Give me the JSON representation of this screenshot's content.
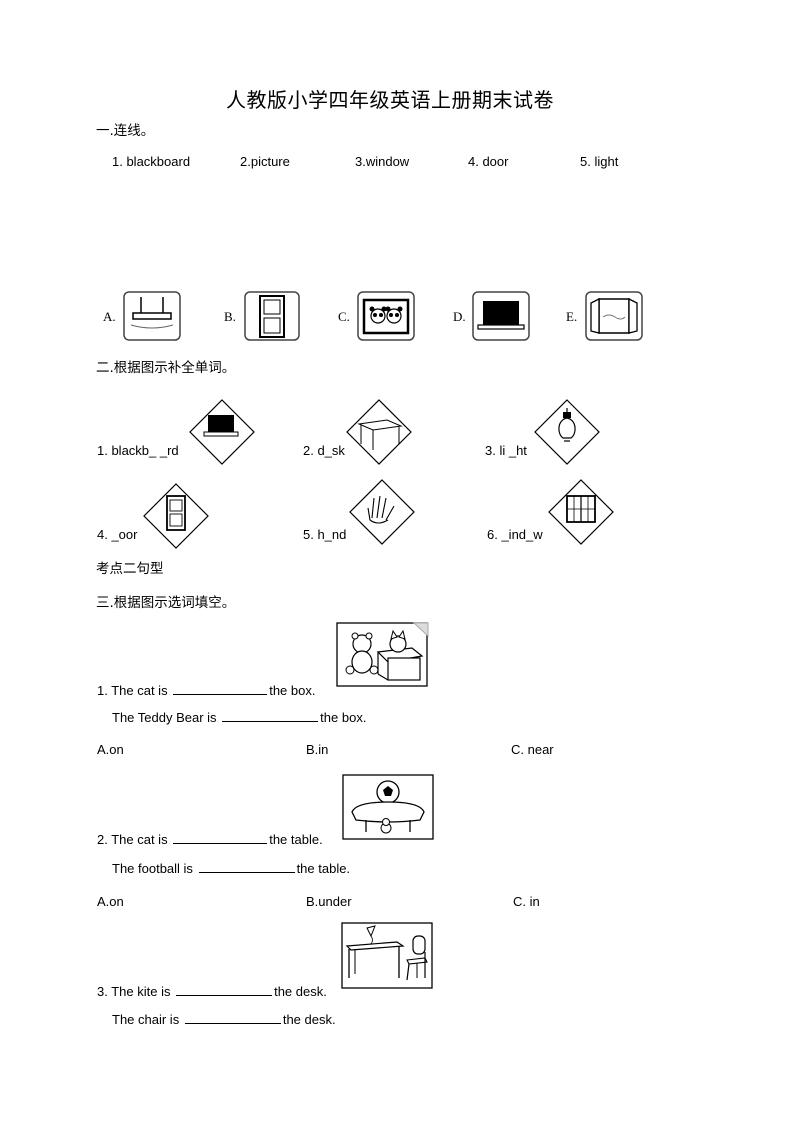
{
  "title": "人教版小学四年级英语上册期末试卷",
  "section1": {
    "heading": "一.连线。",
    "words": [
      "1. blackboard",
      "2.picture",
      "3.window",
      "4. door",
      "5. light"
    ],
    "picture_letters": [
      "A.",
      "B.",
      "C.",
      "D.",
      "E."
    ],
    "picture_icons": [
      "ceiling-light-icon",
      "door-icon",
      "panda-picture-icon",
      "blackboard-icon",
      "window-icon"
    ]
  },
  "section2": {
    "heading": "二.根据图示补全单词。",
    "items": [
      {
        "text": "1. blackb_ _rd",
        "icon": "blackboard-icon"
      },
      {
        "text": "2. d_sk",
        "icon": "desk-icon"
      },
      {
        "text": "3. li _ht",
        "icon": "light-bulb-icon"
      },
      {
        "text": "4. _oor",
        "icon": "door-icon"
      },
      {
        "text": "5. h_nd",
        "icon": "hand-icon"
      },
      {
        "text": "6. _ind_w",
        "icon": "window-icon"
      }
    ]
  },
  "subheading": "考点二句型",
  "section3": {
    "heading": "三.根据图示选词填空。",
    "q1": {
      "line1_pre": "1. The cat is",
      "line1_post": "the box.",
      "line2_pre": "The Teddy Bear is",
      "line2_post": "the box.",
      "options": [
        "A.on",
        "B.in",
        "C. near"
      ]
    },
    "q2": {
      "line1_pre": "2. The cat is",
      "line1_post": "the table.",
      "line2_pre": "The football is",
      "line2_post": "the table.",
      "options": [
        "A.on",
        "B.under",
        "C. in"
      ]
    },
    "q3": {
      "line1_pre": "3. The kite is",
      "line1_post": "the desk.",
      "line2_pre": "The chair is",
      "line2_post": "the desk."
    }
  }
}
